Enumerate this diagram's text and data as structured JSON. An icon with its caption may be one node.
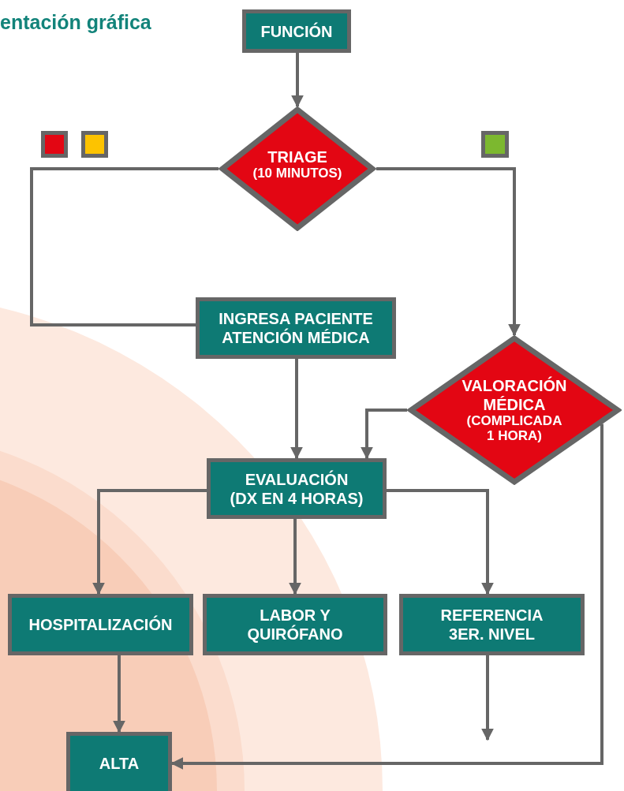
{
  "diagram": {
    "title": "entación gráfica",
    "nodes": [
      {
        "text": [
          "FUNCIÓN"
        ]
      },
      {
        "text": [
          "TRIAGE",
          "(10 MINUTOS)"
        ]
      },
      {
        "text": [],
        "shape": "box"
      },
      {
        "text": [],
        "shape": "box"
      },
      {
        "text": [],
        "shape": "box"
      },
      {
        "text": [
          "INGRESA PACIENTE ATENCIÓN MÉDICA"
        ]
      },
      {
        "text": [
          "VALORACIÓN MÉDICA",
          "(COMPLICADA 1 HORA)"
        ]
      },
      {
        "text": [
          "EVALUACIÓN (DX EN 4 HORAS)"
        ]
      },
      {
        "text": [
          "HOSPITALIZACIÓN"
        ]
      },
      {
        "text": [
          "LABOR Y QUIRÓFANO"
        ]
      },
      {
        "text": [
          "REFERENCIA 3ER. NIVEL"
        ]
      },
      {
        "text": [
          "ALTA"
        ]
      }
    ],
    "edges": [
      {
        "from": 0,
        "to": 1,
        "arrow": "to"
      },
      {
        "from": 1,
        "to": 5,
        "arrow": "none"
      },
      {
        "from": 1,
        "to": 6,
        "arrow": "to"
      },
      {
        "from": 5,
        "to": 7,
        "arrow": "to"
      },
      {
        "from": 6,
        "to": 7,
        "arrow": "to"
      },
      {
        "from": 7,
        "to": 8,
        "arrow": "to"
      },
      {
        "from": 7,
        "to": 9,
        "arrow": "to"
      },
      {
        "from": 7,
        "to": 10,
        "arrow": "to"
      },
      {
        "from": 8,
        "to": 11,
        "arrow": "to"
      },
      {
        "from": 10,
        "to": null,
        "arrow": "to"
      },
      {
        "from": 6,
        "to": 11,
        "arrow": "to"
      }
    ]
  }
}
